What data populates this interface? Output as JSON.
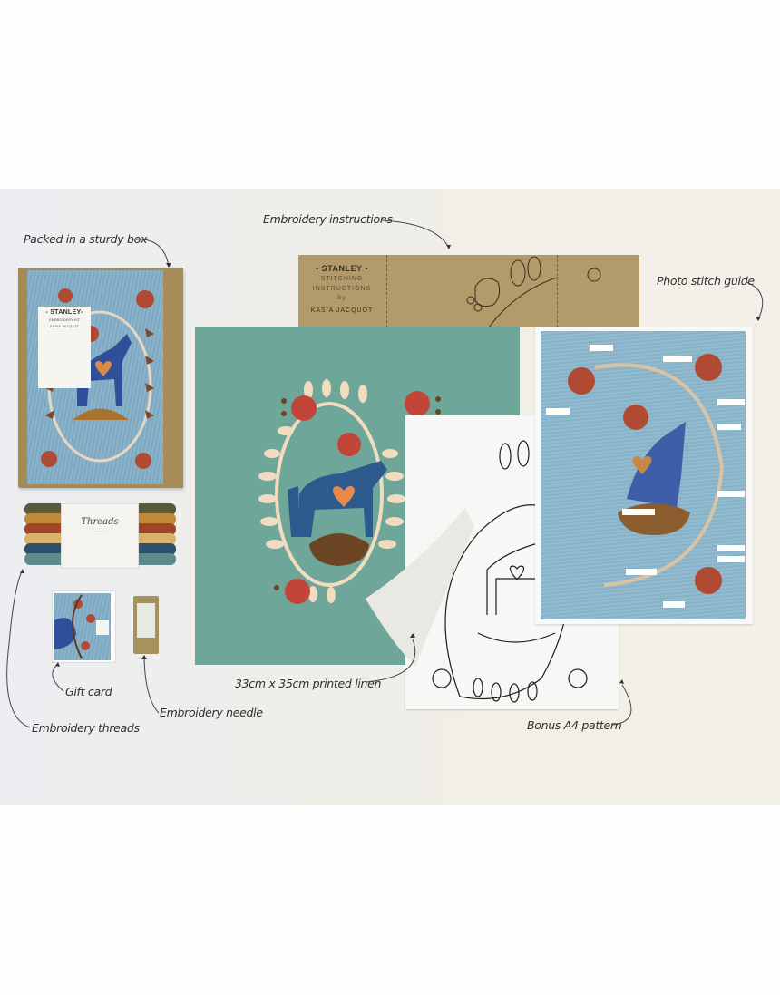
{
  "image": {
    "subject": "Stanley embroidery kit contents",
    "background_color": "#efeee9"
  },
  "callouts": {
    "box": "Packed in a sturdy box",
    "instructions": "Embroidery instructions",
    "stitch_guide": "Photo stitch guide",
    "linen": "33cm x 35cm printed linen",
    "pattern": "Bonus A4 pattern",
    "gift_card": "Gift card",
    "needle": "Embroidery needle",
    "threads": "Embroidery threads"
  },
  "box": {
    "title": "- STANLEY-",
    "subtitle": "EMBROIDERY KIT",
    "author": "KASIA JACQUOT"
  },
  "instructions": {
    "title": "- STANLEY -",
    "subtitle_line1": "STITCHING",
    "subtitle_line2": "INSTRUCTIONS",
    "by": "by",
    "author": "KASIA JACQUOT"
  },
  "threads": {
    "label": "Threads",
    "colors": [
      "#5a5a3a",
      "#c08a3a",
      "#a0442c",
      "#d9b26a",
      "#2f4f6f",
      "#4f7f8a",
      "#6f8f7a"
    ]
  },
  "colors": {
    "linen": "#6ea79a",
    "kraft": "#b39a6a",
    "flower_red": "#c2453a",
    "horse_blue": "#2c5a8c",
    "heart_orange": "#e6894a",
    "leaf_cream": "#f1dcc0",
    "denim": "#86b1c6",
    "mound_brown": "#6b4524"
  }
}
